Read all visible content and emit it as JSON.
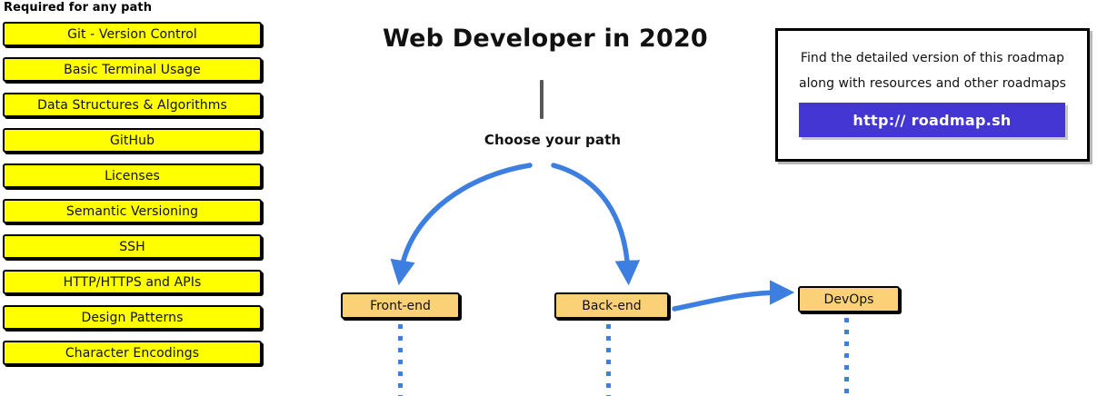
{
  "page": {
    "title": "Web Developer in 2020",
    "background_color": "#ffffff"
  },
  "colors": {
    "required_box_fill": "#FFFF00",
    "path_box_fill": "#FBD177",
    "arrow_blue": "#3D7FE0",
    "link_button_purple": "#4336D2",
    "stem_gray": "#585858",
    "outline_black": "#000000"
  },
  "required_section": {
    "heading": "Required for any path",
    "items": [
      {
        "label": "Git - Version Control"
      },
      {
        "label": "Basic Terminal Usage"
      },
      {
        "label": "Data Structures & Algorithms"
      },
      {
        "label": "GitHub"
      },
      {
        "label": "Licenses"
      },
      {
        "label": "Semantic Versioning"
      },
      {
        "label": "SSH"
      },
      {
        "label": "HTTP/HTTPS and APIs"
      },
      {
        "label": "Design Patterns"
      },
      {
        "label": "Character Encodings"
      }
    ]
  },
  "flow": {
    "choose_path_label": "Choose your path",
    "nodes": [
      {
        "id": "frontend",
        "label": "Front-end"
      },
      {
        "id": "backend",
        "label": "Back-end"
      },
      {
        "id": "devops",
        "label": "DevOps"
      }
    ]
  },
  "roadmap_card": {
    "line1": "Find the detailed version of this roadmap",
    "line2": "along with resources and other roadmaps",
    "link_label": "http:// roadmap.sh"
  }
}
